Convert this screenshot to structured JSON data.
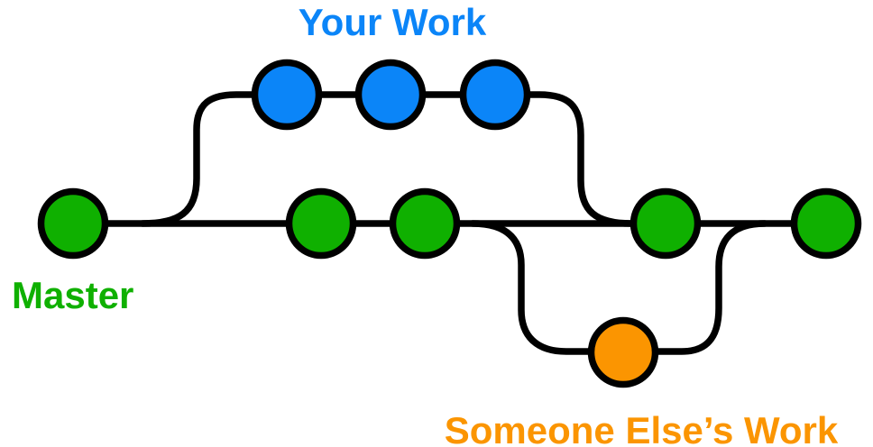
{
  "diagram": {
    "type": "git-branching-diagram",
    "background": "#ffffff",
    "line_color": "#000000"
  },
  "branches": {
    "master": {
      "label": "Master",
      "color": "#0fb000",
      "commit_count": 5
    },
    "your_work": {
      "label": "Your Work",
      "color": "#0b85f8",
      "commit_count": 3
    },
    "someone_else": {
      "label": "Someone Else’s Work",
      "color": "#fb9501",
      "commit_count": 1
    }
  }
}
